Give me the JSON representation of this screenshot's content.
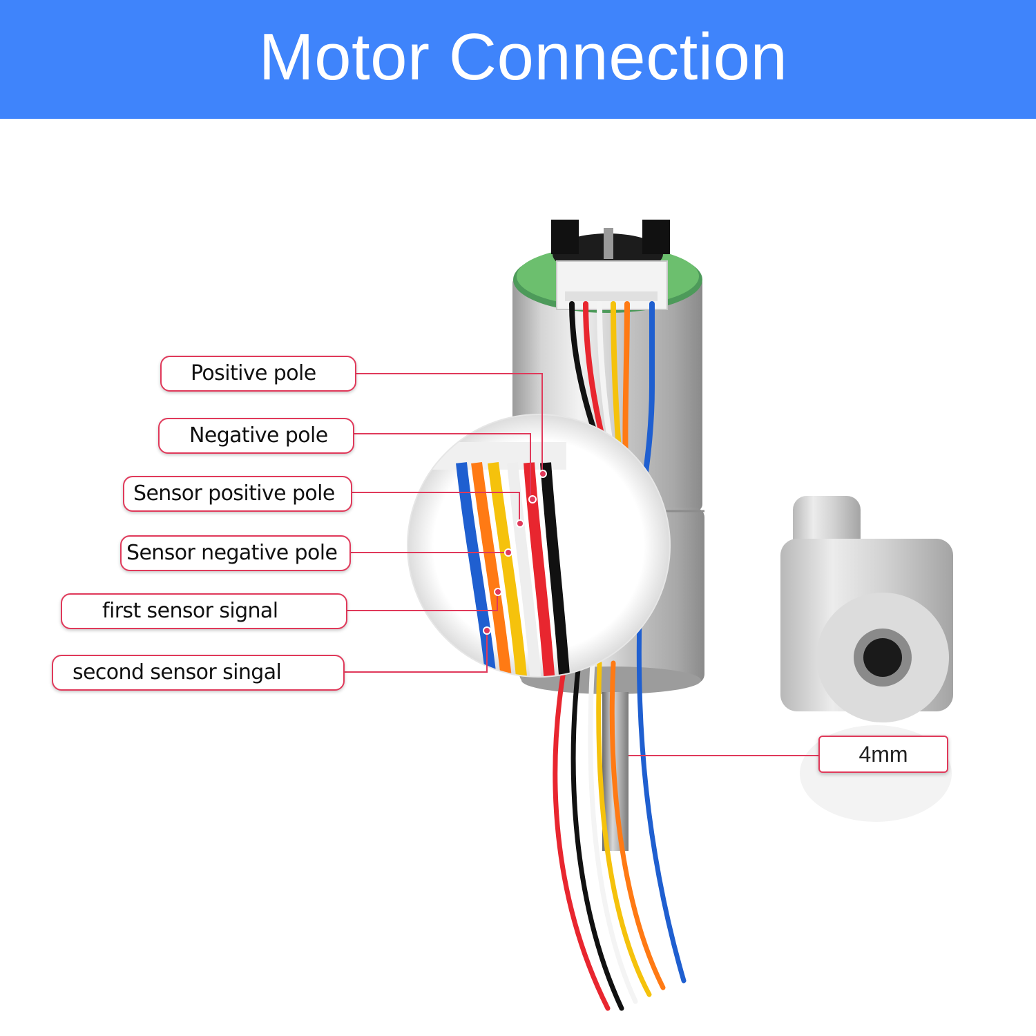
{
  "header": {
    "title": "Motor Connection"
  },
  "labels": {
    "positive_pole": "Positive pole",
    "negative_pole": "Negative pole",
    "sensor_positive_pole": "Sensor positive pole",
    "sensor_negative_pole": "Sensor negative pole",
    "first_sensor_signal": "first sensor signal",
    "second_sensor_signal": "second sensor singal"
  },
  "dimension": {
    "shaft": "4mm"
  },
  "colors": {
    "banner": "#3f84fb",
    "callout": "#e0395a",
    "wire_red": "#e8262f",
    "wire_black": "#111111",
    "wire_white": "#f4f4f4",
    "wire_yellow": "#f5c20c",
    "wire_orange": "#ff7a14",
    "wire_blue": "#1f5fd0"
  }
}
